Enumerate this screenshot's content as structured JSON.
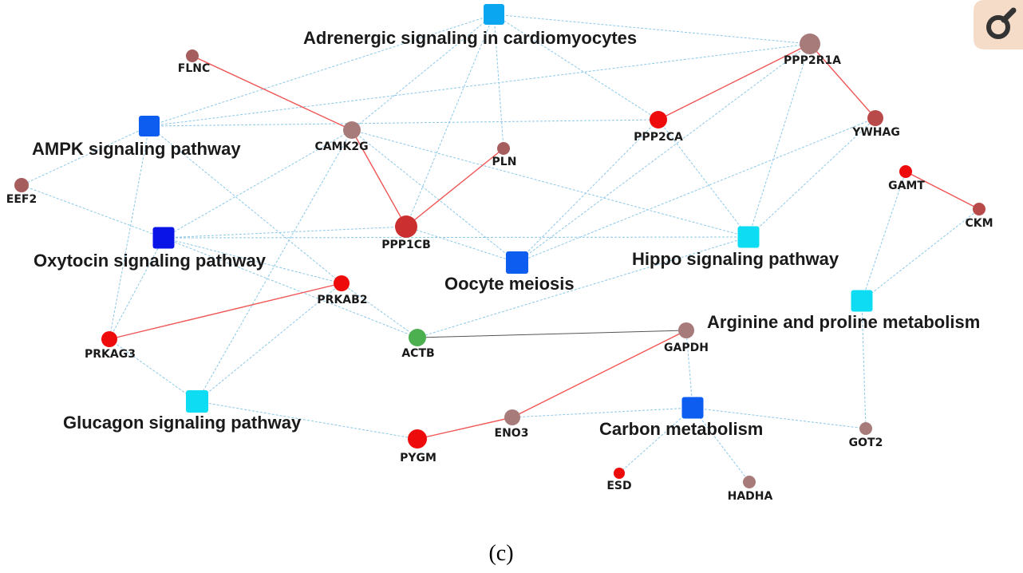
{
  "panel_label": "(c)",
  "colors": {
    "pathway_edge": "#8cc8e8",
    "interaction_edge": "#f05555",
    "actb_gapdh_edge": "#555555",
    "gene_red": "#ee0b0b",
    "gene_brown": "#a65d5d",
    "gene_mauve": "#a87b7b",
    "gene_green": "#4caf50",
    "pathway_blue_dark": "#0a14e6",
    "pathway_blue": "#0d5df0",
    "pathway_azure": "#0aa7f0",
    "pathway_cyan": "#0ddcf2",
    "logo_bg": "#f5dcc8"
  },
  "pathways": [
    {
      "id": "adrenergic",
      "label": "Adrenergic signaling in cardiomyocytes",
      "color": "#0aa7f0"
    },
    {
      "id": "ampk",
      "label": "AMPK signaling pathway",
      "color": "#0d5df0"
    },
    {
      "id": "oxytocin",
      "label": "Oxytocin signaling pathway",
      "color": "#0a14e6"
    },
    {
      "id": "oocyte",
      "label": "Oocyte meiosis",
      "color": "#0d5df0"
    },
    {
      "id": "hippo",
      "label": "Hippo signaling pathway",
      "color": "#0ddcf2"
    },
    {
      "id": "arginine",
      "label": "Arginine and proline metabolism",
      "color": "#0ddcf2"
    },
    {
      "id": "glucagon",
      "label": "Glucagon signaling pathway",
      "color": "#0ddcf2"
    },
    {
      "id": "carbon",
      "label": "Carbon metabolism",
      "color": "#0d5df0"
    }
  ],
  "genes": [
    {
      "id": "FLNC",
      "label": "FLNC",
      "color": "#a65d5d"
    },
    {
      "id": "CAMK2G",
      "label": "CAMK2G",
      "color": "#a87b7b"
    },
    {
      "id": "PLN",
      "label": "PLN",
      "color": "#a65d5d"
    },
    {
      "id": "PPP1CB",
      "label": "PPP1CB",
      "color": "#cc2f2f"
    },
    {
      "id": "PPP2CA",
      "label": "PPP2CA",
      "color": "#ee0b0b"
    },
    {
      "id": "PPP2R1A",
      "label": "PPP2R1A",
      "color": "#a87b7b"
    },
    {
      "id": "YWHAG",
      "label": "YWHAG",
      "color": "#b94a4a"
    },
    {
      "id": "EEF2",
      "label": "EEF2",
      "color": "#a65d5d"
    },
    {
      "id": "GAMT",
      "label": "GAMT",
      "color": "#ee0b0b"
    },
    {
      "id": "CKM",
      "label": "CKM",
      "color": "#b94a4a"
    },
    {
      "id": "PRKAB2",
      "label": "PRKAB2",
      "color": "#ee0b0b"
    },
    {
      "id": "PRKAG3",
      "label": "PRKAG3",
      "color": "#ee0b0b"
    },
    {
      "id": "ACTB",
      "label": "ACTB",
      "color": "#4caf50"
    },
    {
      "id": "GAPDH",
      "label": "GAPDH",
      "color": "#a87b7b"
    },
    {
      "id": "ENO3",
      "label": "ENO3",
      "color": "#a87b7b"
    },
    {
      "id": "PYGM",
      "label": "PYGM",
      "color": "#ee0b0b"
    },
    {
      "id": "GOT2",
      "label": "GOT2",
      "color": "#a87b7b"
    },
    {
      "id": "ESD",
      "label": "ESD",
      "color": "#ee0b0b"
    },
    {
      "id": "HADHA",
      "label": "HADHA",
      "color": "#a87b7b"
    }
  ],
  "pathway_edges": [
    [
      "adrenergic",
      "PPP2R1A"
    ],
    [
      "adrenergic",
      "PLN"
    ],
    [
      "adrenergic",
      "PPP2CA"
    ],
    [
      "adrenergic",
      "PPP1CB"
    ],
    [
      "adrenergic",
      "CAMK2G"
    ],
    [
      "adrenergic",
      "ampk"
    ],
    [
      "ampk",
      "PPP2R1A"
    ],
    [
      "ampk",
      "PPP2CA"
    ],
    [
      "ampk",
      "EEF2"
    ],
    [
      "ampk",
      "PRKAG3"
    ],
    [
      "ampk",
      "PRKAB2"
    ],
    [
      "oxytocin",
      "EEF2"
    ],
    [
      "oxytocin",
      "CAMK2G"
    ],
    [
      "oxytocin",
      "PPP1CB"
    ],
    [
      "oxytocin",
      "PRKAB2"
    ],
    [
      "oxytocin",
      "PRKAG3"
    ],
    [
      "oxytocin",
      "hippo"
    ],
    [
      "oxytocin",
      "ACTB"
    ],
    [
      "oocyte",
      "CAMK2G"
    ],
    [
      "oocyte",
      "PPP2CA"
    ],
    [
      "oocyte",
      "PPP2R1A"
    ],
    [
      "oocyte",
      "YWHAG"
    ],
    [
      "oocyte",
      "PPP1CB"
    ],
    [
      "hippo",
      "PPP2R1A"
    ],
    [
      "hippo",
      "PPP2CA"
    ],
    [
      "hippo",
      "YWHAG"
    ],
    [
      "hippo",
      "CAMK2G"
    ],
    [
      "hippo",
      "ACTB"
    ],
    [
      "glucagon",
      "CAMK2G"
    ],
    [
      "glucagon",
      "PRKAB2"
    ],
    [
      "glucagon",
      "PRKAG3"
    ],
    [
      "glucagon",
      "PYGM"
    ],
    [
      "carbon",
      "GAPDH"
    ],
    [
      "carbon",
      "ENO3"
    ],
    [
      "carbon",
      "GOT2"
    ],
    [
      "carbon",
      "ESD"
    ],
    [
      "carbon",
      "HADHA"
    ],
    [
      "arginine",
      "GAMT"
    ],
    [
      "arginine",
      "CKM"
    ],
    [
      "arginine",
      "GOT2"
    ],
    [
      "PRKAB2",
      "ACTB"
    ]
  ],
  "interaction_edges": [
    [
      "FLNC",
      "CAMK2G"
    ],
    [
      "CAMK2G",
      "PPP1CB"
    ],
    [
      "PPP1CB",
      "PLN"
    ],
    [
      "PPP2CA",
      "PPP2R1A"
    ],
    [
      "PPP2R1A",
      "YWHAG"
    ],
    [
      "GAMT",
      "CKM"
    ],
    [
      "PRKAB2",
      "PRKAG3"
    ],
    [
      "ENO3",
      "GAPDH"
    ],
    [
      "PYGM",
      "ENO3"
    ]
  ],
  "special_edges": [
    [
      "ACTB",
      "GAPDH"
    ]
  ]
}
